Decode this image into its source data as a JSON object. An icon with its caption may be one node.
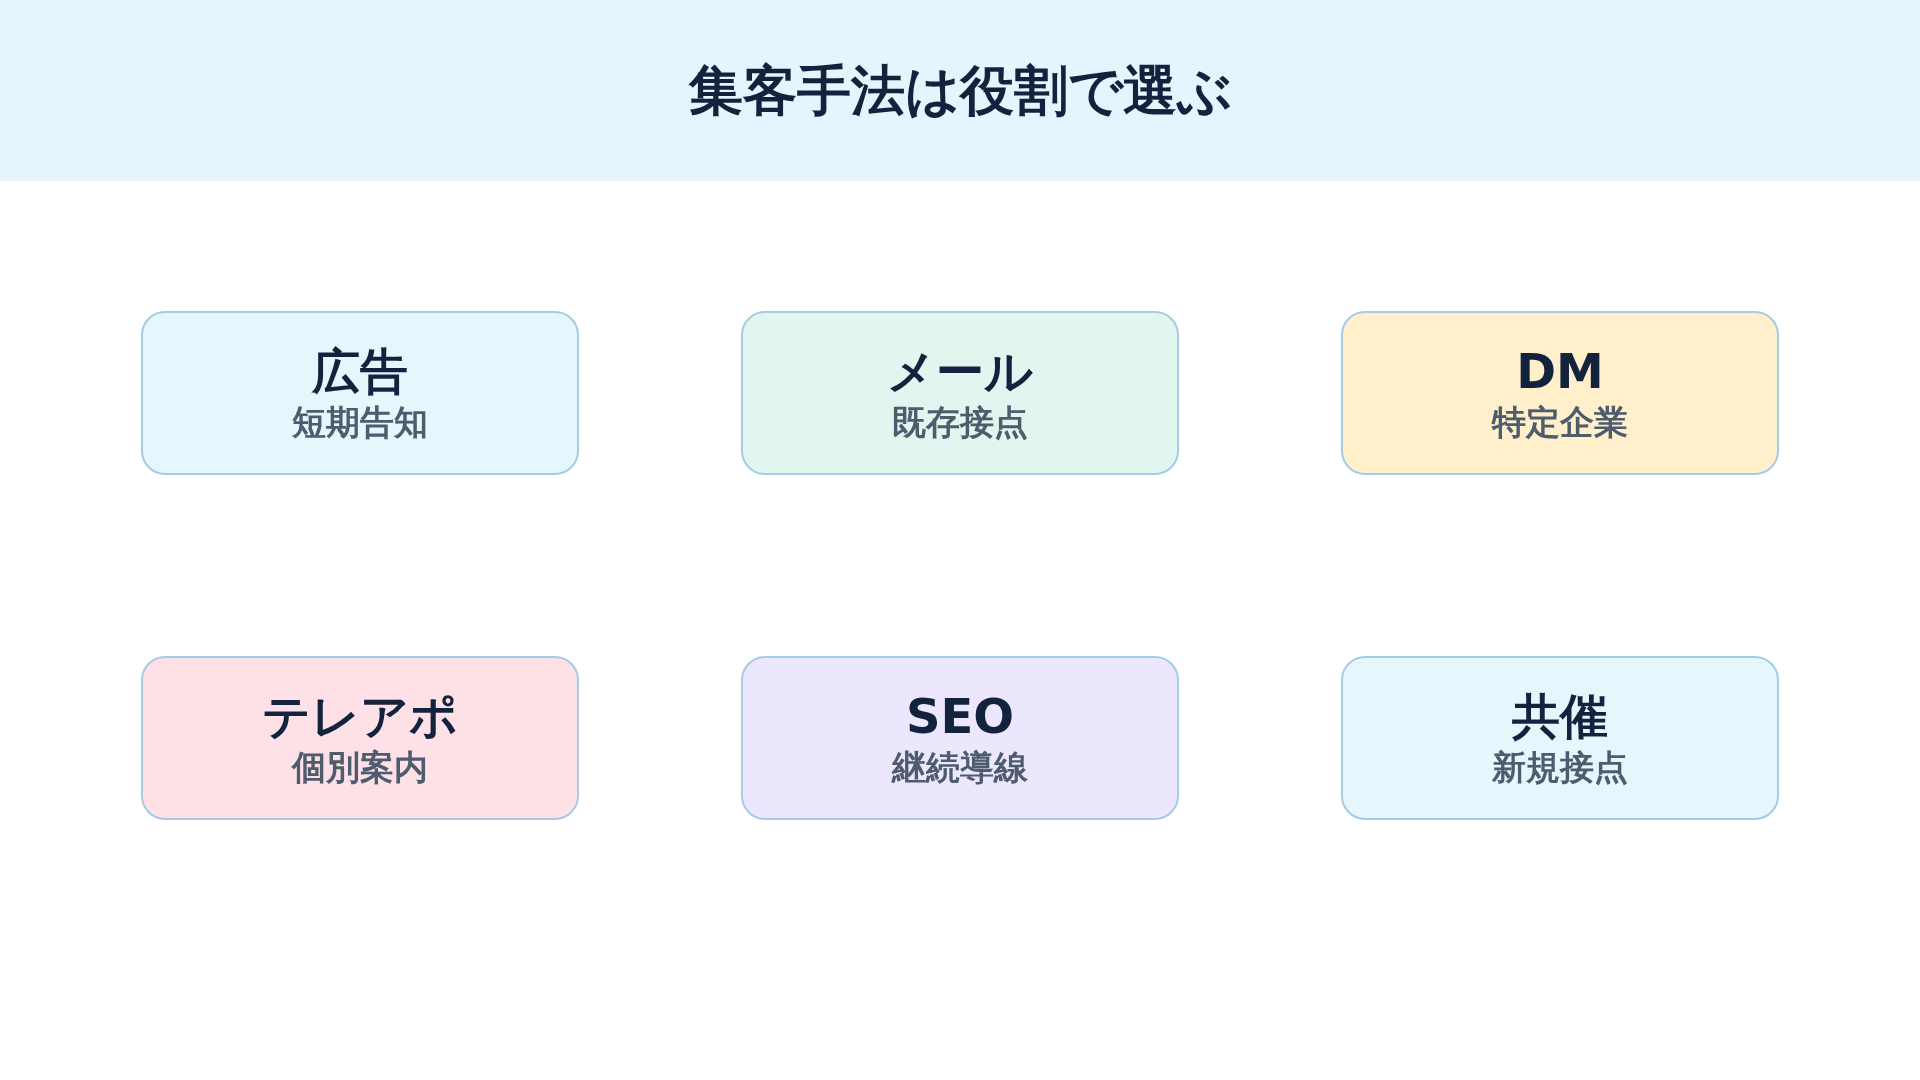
{
  "diagram": {
    "title": "集客手法は役割で選ぶ",
    "nodes": [
      {
        "text": [
          "広告",
          "短期告知"
        ]
      },
      {
        "text": [
          "メール",
          "既存接点"
        ]
      },
      {
        "text": [
          "DM",
          "特定企業"
        ]
      },
      {
        "text": [
          "テレアポ",
          "個別案内"
        ]
      },
      {
        "text": [
          "SEO",
          "継続導線"
        ]
      },
      {
        "text": [
          "共催",
          "新規接点"
        ]
      }
    ]
  }
}
